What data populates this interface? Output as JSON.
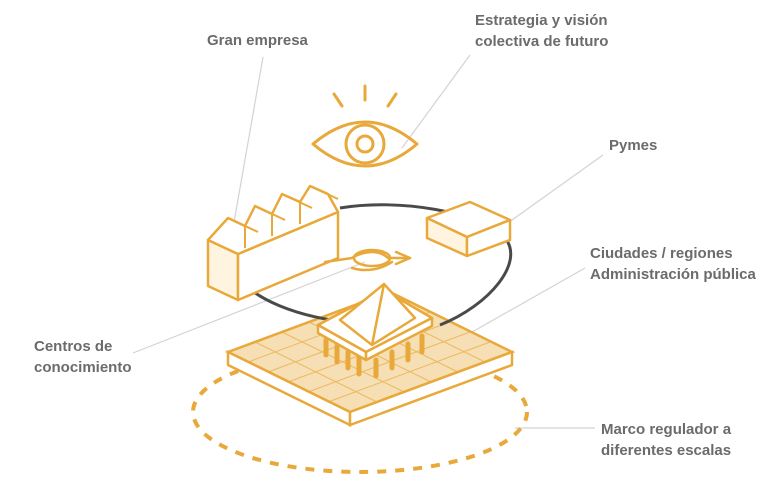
{
  "labels": {
    "gran_empresa": "Gran empresa",
    "estrategia_line1": "Estrategia y visión",
    "estrategia_line2": "colectiva de futuro",
    "pymes": "Pymes",
    "ciudades_line1": "Ciudades / regiones",
    "ciudades_line2": "Administración pública",
    "centros_line1": "Centros de",
    "centros_line2": "conocimiento",
    "marco_line1": "Marco regulador a",
    "marco_line2": "diferentes escalas"
  },
  "icons": [
    "eye-icon",
    "factory-icon",
    "box-icon",
    "handshake-icon",
    "temple-icon",
    "map-grid-icon"
  ],
  "colors": {
    "accent": "#e8a93a",
    "accent_fill": "#f6dfb4",
    "cycle": "#4a4a4a",
    "text": "#6b6b6b",
    "leader": "#d0d0d0"
  }
}
